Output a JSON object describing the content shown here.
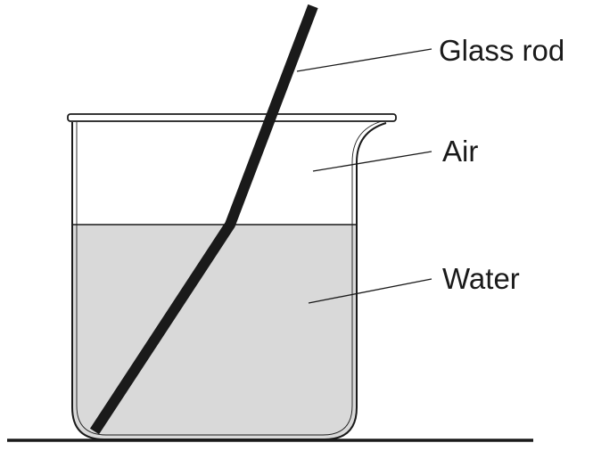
{
  "labels": {
    "glass_rod": "Glass rod",
    "air": "Air",
    "water": "Water"
  },
  "colors": {
    "water_fill": "#d9d9d9",
    "outline": "#1a1a1a",
    "rod": "#1a1a1a",
    "background": "#ffffff"
  }
}
